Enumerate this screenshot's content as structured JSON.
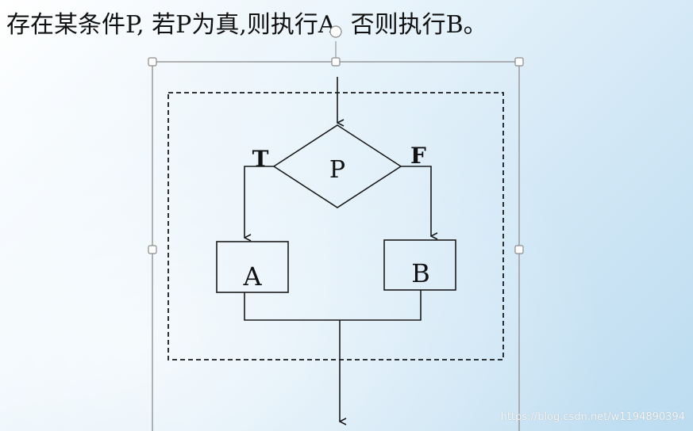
{
  "slide": {
    "title": "存在某条件P, 若P为真,则执行A, 否则执行B。"
  },
  "flowchart": {
    "condition_label": "P",
    "true_label": "T",
    "false_label": "F",
    "box_a_label": "A",
    "box_b_label": "B"
  },
  "watermark": "https://blog.csdn.net/w1194890394",
  "colors": {
    "line": "#1a1a1a",
    "selection_frame": "#9a9a9a",
    "handle_fill": "#ffffff"
  }
}
